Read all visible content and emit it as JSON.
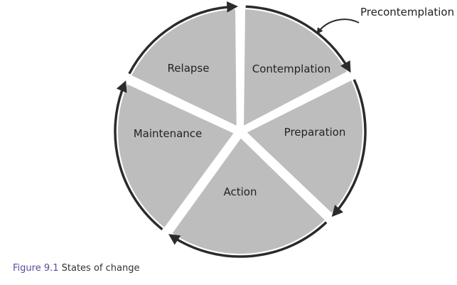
{
  "diagram": {
    "title": "States of change",
    "entry_label": "Precontemplation",
    "stages": [
      {
        "label": "Contemplation"
      },
      {
        "label": "Preparation"
      },
      {
        "label": "Action"
      },
      {
        "label": "Maintenance"
      },
      {
        "label": "Relapse"
      }
    ],
    "colors": {
      "segment_fill": "#bdbdbd",
      "outline": "#2b2b2b",
      "caption_prefix": "#5b4a9e"
    }
  },
  "caption": {
    "prefix": "Figure 9.1",
    "text": "States of change"
  }
}
